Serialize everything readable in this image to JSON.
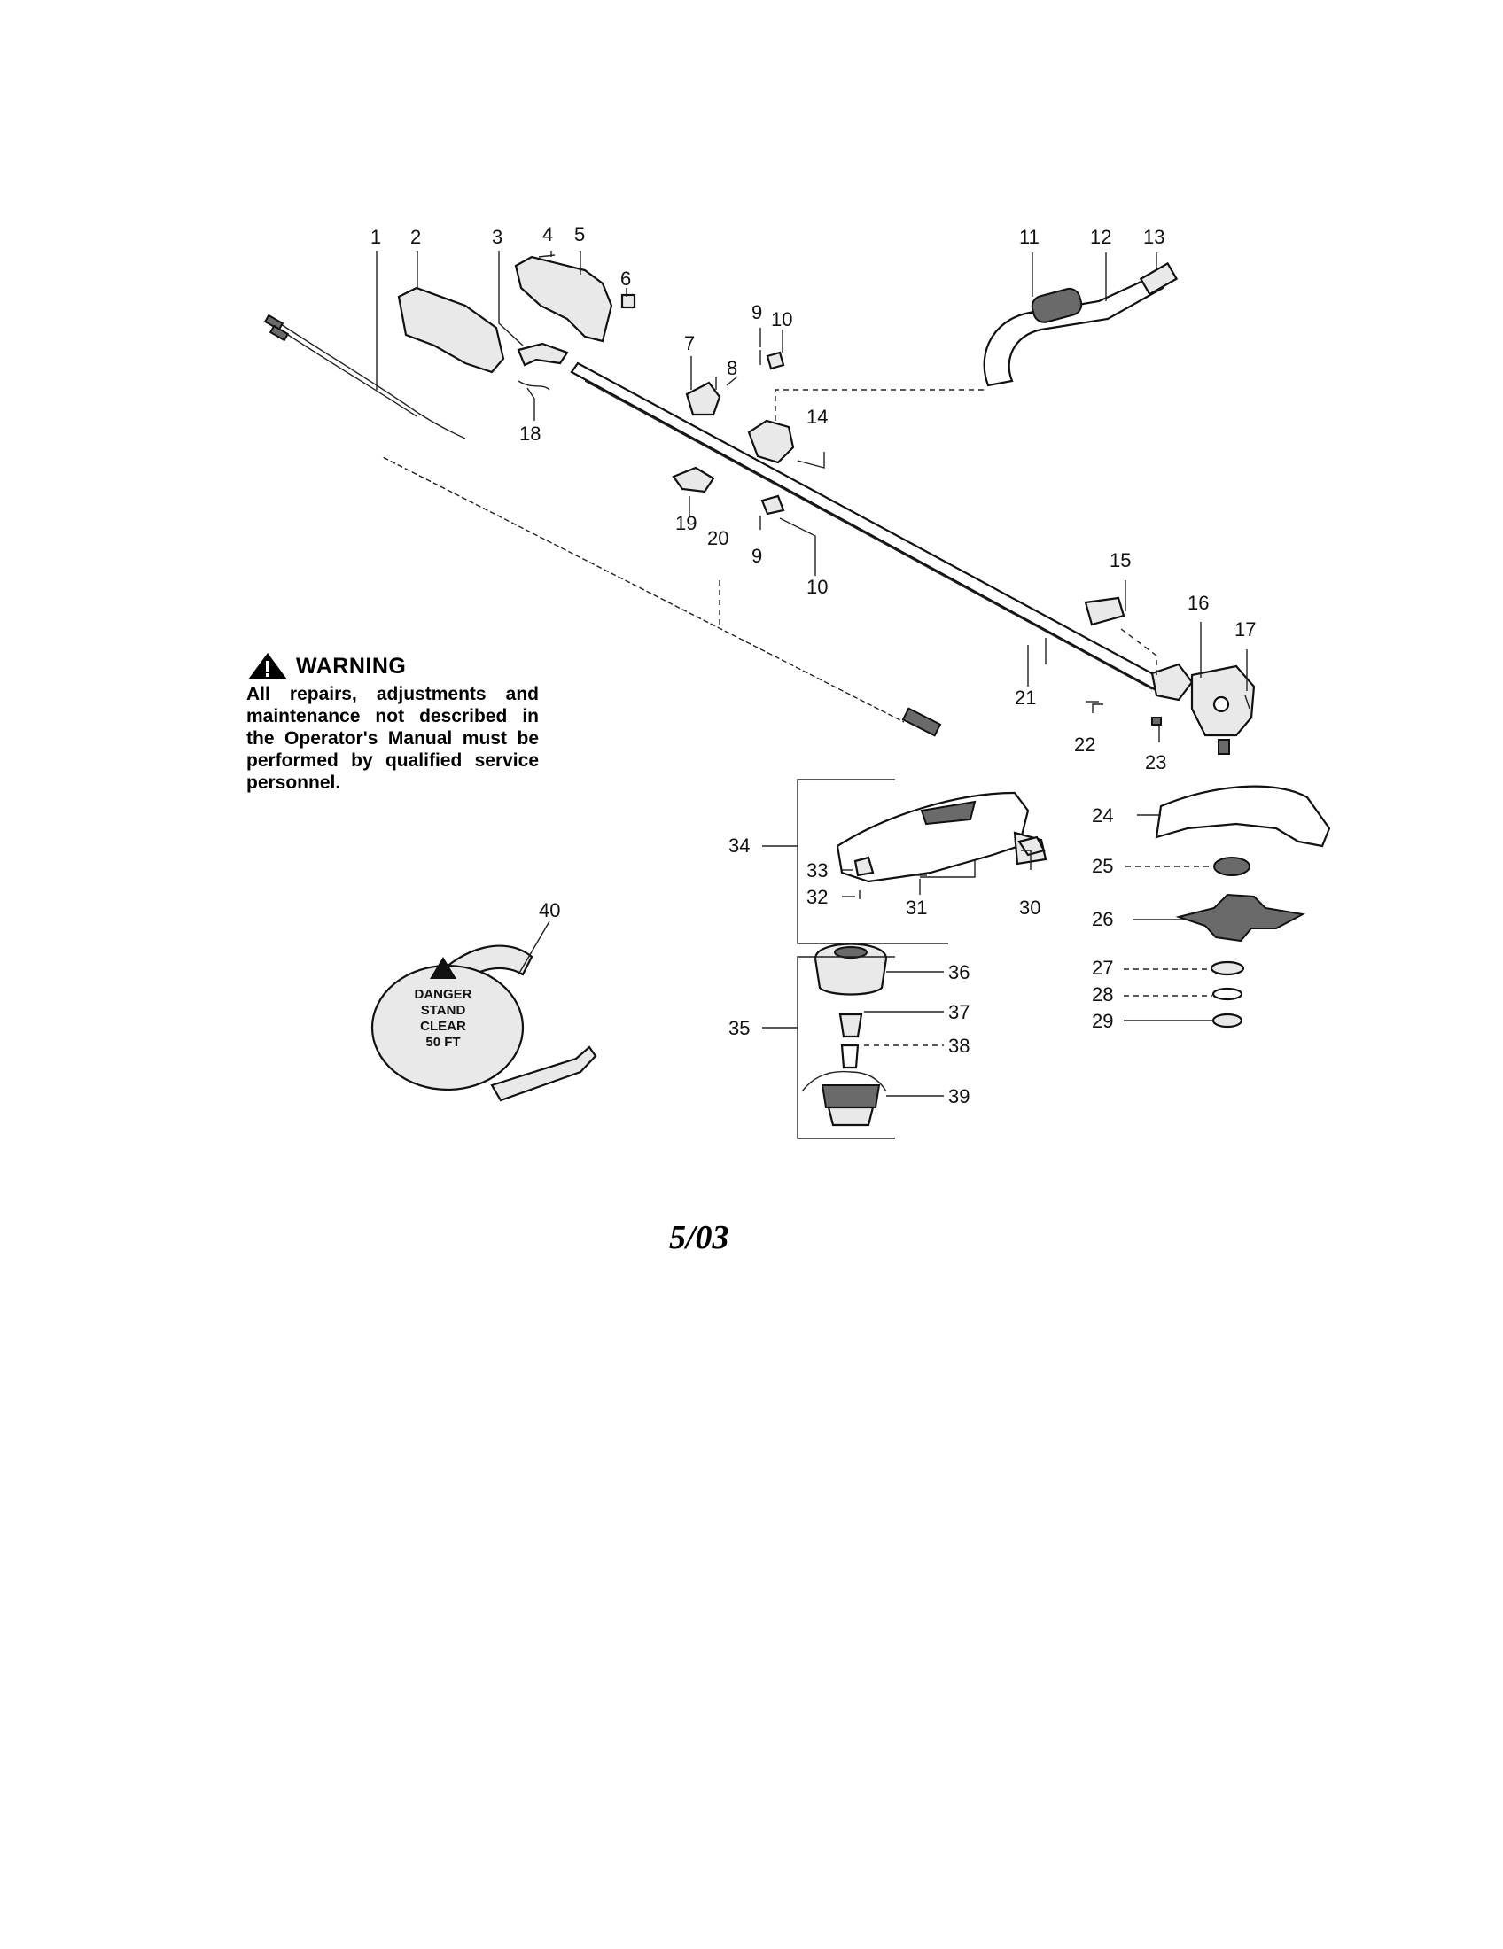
{
  "labels": {
    "p1": "1",
    "p2": "2",
    "p3": "3",
    "p4": "4",
    "p5": "5",
    "p6": "6",
    "p7": "7",
    "p8": "8",
    "p9": "9",
    "p10": "10",
    "p11": "11",
    "p12": "12",
    "p13": "13",
    "p14": "14",
    "p15": "15",
    "p16": "16",
    "p17": "17",
    "p18": "18",
    "p19": "19",
    "p20": "20",
    "p21": "21",
    "p22": "22",
    "p23": "23",
    "p24": "24",
    "p25": "25",
    "p26": "26",
    "p27": "27",
    "p28": "28",
    "p29": "29",
    "p30": "30",
    "p31": "31",
    "p32": "32",
    "p33": "33",
    "p34": "34",
    "p35": "35",
    "p36": "36",
    "p37": "37",
    "p38": "38",
    "p39": "39",
    "p40": "40"
  },
  "warning": {
    "title": "WARNING",
    "text": "All repairs, adjustments and maintenance not described in the Operator's Manual must be performed by qualified service personnel."
  },
  "decal": {
    "line1": "DANGER",
    "line2": "STAND",
    "line3": "CLEAR",
    "line4": "50 FT"
  },
  "footer": {
    "date": "5/03"
  }
}
